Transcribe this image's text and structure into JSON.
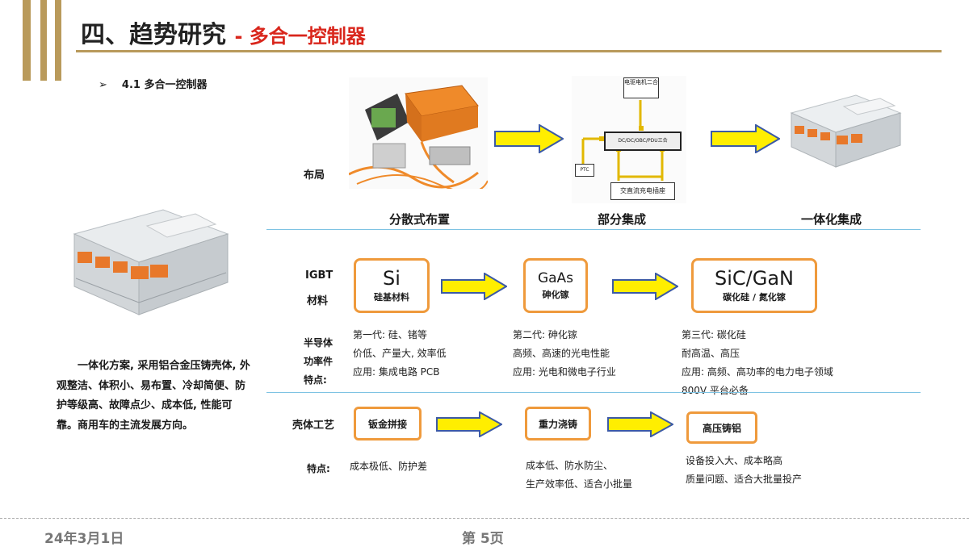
{
  "header": {
    "title": "四、趋势研究",
    "subtitle": "- 多合一控制器",
    "bullet_arrow": "➢",
    "bullet_text": "4.1  多合一控制器"
  },
  "layout_row": {
    "label": "布局",
    "col1": "分散式布置",
    "col2": "部分集成",
    "col3": "一体化集成",
    "diagram": {
      "top_box": "电驱电机二合",
      "center_box": "DC/DC/OBC/PDU三合",
      "left_box": "PTC",
      "bottom_box": "交直流充电插座"
    }
  },
  "material_row": {
    "label_1": "IGBT",
    "label_2": "材料",
    "boxes": [
      {
        "big": "Si",
        "cn": "硅基材料"
      },
      {
        "big": "GaAs",
        "cn": "砷化镓"
      },
      {
        "big": "SiC/GaN",
        "cn": "碳化硅 / 氮化镓"
      }
    ]
  },
  "semiconductor": {
    "label_1": "半导体",
    "label_2": "功率件",
    "label_3": "特点:",
    "col1": [
      "第一代: 硅、锗等",
      "价低、产量大, 效率低",
      "应用: 集成电路 PCB"
    ],
    "col2": [
      "第二代: 砷化镓",
      "高频、高速的光电性能",
      "应用: 光电和微电子行业"
    ],
    "col3": [
      "第三代: 碳化硅",
      "耐高温、高压",
      "应用: 高频、高功率的电力电子领域",
      "800V 平台必备"
    ]
  },
  "shell_row": {
    "label": "壳体工艺",
    "boxes": [
      "钣金拼接",
      "重力浇铸",
      "高压铸铝"
    ],
    "feature_label": "特点:",
    "col1": [
      "成本极低、防护差"
    ],
    "col2": [
      "成本低、防水防尘、",
      "生产效率低、适合小批量"
    ],
    "col3": [
      "设备投入大、成本略高",
      "质量问题、适合大批量投产"
    ]
  },
  "description": "一体化方案, 采用铝合金压铸壳体, 外观整洁、体积小、易布置、冷却简便、防护等级高、故障点少、成本低, 性能可靠。商用车的主流发展方向。",
  "footer": {
    "date": "24年3月1日",
    "page_prefix": "第 ",
    "page_num": "5",
    "page_suffix": "页"
  },
  "colors": {
    "gold": "#b99a5b",
    "red_title": "#d9261c",
    "orange_border": "#ef9a3c",
    "arrow_fill": "#ffee00",
    "arrow_stroke": "#3c5aa6",
    "separator": "#7ec3e3"
  }
}
